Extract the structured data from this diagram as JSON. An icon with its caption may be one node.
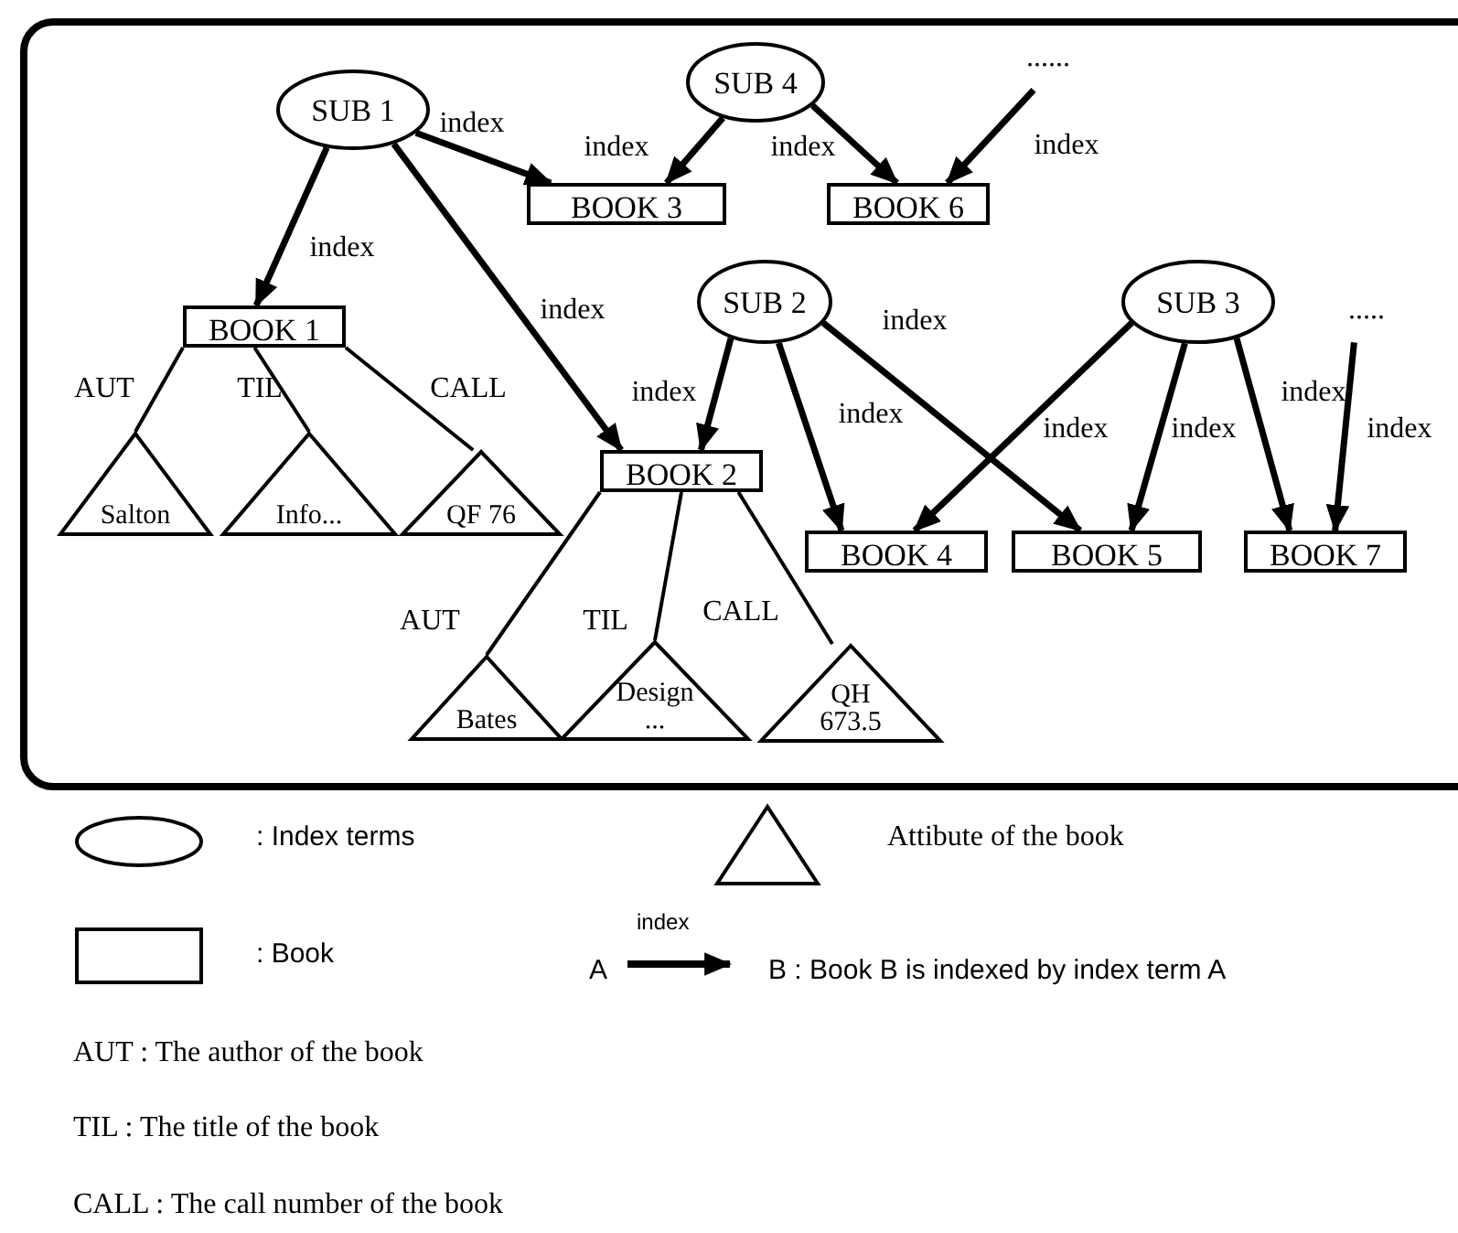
{
  "diagram": {
    "nodes": [
      {
        "text": [
          "SUB 1"
        ]
      },
      {
        "text": [
          "SUB 4"
        ]
      },
      {
        "text": [
          "......"
        ]
      },
      {
        "text": [
          "BOOK 3"
        ]
      },
      {
        "text": [
          "BOOK 6"
        ]
      },
      {
        "text": [
          "BOOK 1"
        ]
      },
      {
        "text": [
          "SUB 2"
        ]
      },
      {
        "text": [
          "SUB 3"
        ]
      },
      {
        "text": [
          "....."
        ]
      },
      {
        "text": [
          "Salton"
        ]
      },
      {
        "text": [
          "Info..."
        ]
      },
      {
        "text": [
          "QF 76"
        ]
      },
      {
        "text": [
          "BOOK 2"
        ]
      },
      {
        "text": [
          "BOOK 4"
        ]
      },
      {
        "text": [
          "BOOK 5"
        ]
      },
      {
        "text": [
          "BOOK 7"
        ]
      },
      {
        "text": [
          "Bates"
        ]
      },
      {
        "text": [
          "Design ..."
        ]
      },
      {
        "text": [
          "QH 673.5"
        ]
      }
    ],
    "edges": [
      {
        "from": 0,
        "to": 5,
        "arrow": "to",
        "label": "index"
      },
      {
        "from": 0,
        "to": 3,
        "arrow": "to",
        "label": "index"
      },
      {
        "from": 0,
        "to": 12,
        "arrow": "to",
        "label": "index"
      },
      {
        "from": 1,
        "to": 3,
        "arrow": "to",
        "label": "index"
      },
      {
        "from": 1,
        "to": 4,
        "arrow": "to",
        "label": "index"
      },
      {
        "from": 2,
        "to": 4,
        "arrow": "to",
        "label": "index"
      },
      {
        "from": 5,
        "to": 9,
        "arrow": "none",
        "label": "AUT"
      },
      {
        "from": 5,
        "to": 10,
        "arrow": "none",
        "label": "TIL"
      },
      {
        "from": 5,
        "to": 11,
        "arrow": "none",
        "label": "CALL"
      },
      {
        "from": 6,
        "to": 12,
        "arrow": "to",
        "label": "index"
      },
      {
        "from": 6,
        "to": 13,
        "arrow": "to",
        "label": "index"
      },
      {
        "from": 6,
        "to": 14,
        "arrow": "to",
        "label": "index"
      },
      {
        "from": 7,
        "to": 13,
        "arrow": "to",
        "label": "index"
      },
      {
        "from": 7,
        "to": 14,
        "arrow": "to",
        "label": "index"
      },
      {
        "from": 7,
        "to": 15,
        "arrow": "to",
        "label": "index"
      },
      {
        "from": 8,
        "to": 15,
        "arrow": "to",
        "label": "index"
      },
      {
        "from": 12,
        "to": 16,
        "arrow": "none",
        "label": "AUT"
      },
      {
        "from": 12,
        "to": 17,
        "arrow": "none",
        "label": "TIL"
      },
      {
        "from": 12,
        "to": 18,
        "arrow": "none",
        "label": "CALL"
      }
    ],
    "labels": [
      "index",
      "A",
      "AUT : The author of the book",
      "TIL : The title of the book",
      "CALL : The call number of the book"
    ],
    "legend": [
      {
        "text": ": Index terms"
      },
      {
        "text": "Attibute of the book"
      },
      {
        "text": ": Book"
      },
      {
        "text": "B : Book B is indexed by index term A"
      }
    ]
  }
}
